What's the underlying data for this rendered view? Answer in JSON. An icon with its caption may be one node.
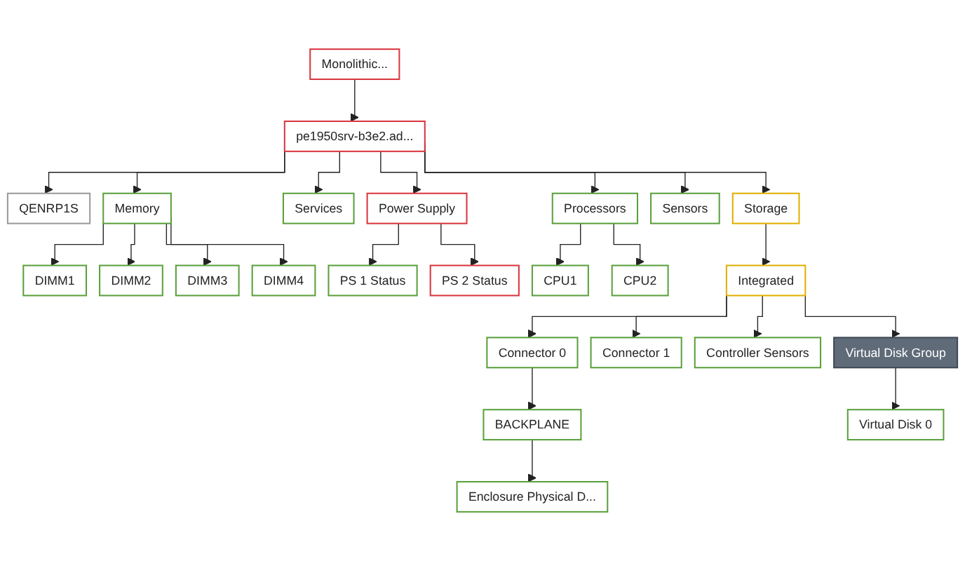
{
  "diagram": {
    "nodes": [
      {
        "text": [
          "Monolithic..."
        ]
      },
      {
        "text": [
          "pe1950srv-b3e2.ad..."
        ]
      },
      {
        "text": [
          "QENRP1S"
        ]
      },
      {
        "text": [
          "Memory"
        ]
      },
      {
        "text": [
          "Services"
        ]
      },
      {
        "text": [
          "Power Supply"
        ]
      },
      {
        "text": [
          "Processors"
        ]
      },
      {
        "text": [
          "Sensors"
        ]
      },
      {
        "text": [
          "Storage"
        ]
      },
      {
        "text": [
          "DIMM1"
        ]
      },
      {
        "text": [
          "DIMM2"
        ]
      },
      {
        "text": [
          "DIMM3"
        ]
      },
      {
        "text": [
          "DIMM4"
        ]
      },
      {
        "text": [
          "PS 1 Status"
        ]
      },
      {
        "text": [
          "PS 2 Status"
        ]
      },
      {
        "text": [
          "CPU1"
        ]
      },
      {
        "text": [
          "CPU2"
        ]
      },
      {
        "text": [
          "Integrated"
        ]
      },
      {
        "text": [
          "Connector 0"
        ]
      },
      {
        "text": [
          "Connector 1"
        ]
      },
      {
        "text": [
          "Controller Sensors"
        ]
      },
      {
        "text": [
          "Virtual Disk Group"
        ]
      },
      {
        "text": [
          "BACKPLANE"
        ]
      },
      {
        "text": [
          "Virtual Disk 0"
        ]
      },
      {
        "text": [
          "Enclosure Physical D..."
        ]
      }
    ],
    "edges": [
      {
        "from": 0,
        "to": 1,
        "arrow": "to"
      },
      {
        "from": 1,
        "to": 2,
        "arrow": "to"
      },
      {
        "from": 1,
        "to": 3,
        "arrow": "to"
      },
      {
        "from": 1,
        "to": 4,
        "arrow": "to"
      },
      {
        "from": 1,
        "to": 5,
        "arrow": "to"
      },
      {
        "from": 1,
        "to": 6,
        "arrow": "to"
      },
      {
        "from": 1,
        "to": 7,
        "arrow": "to"
      },
      {
        "from": 1,
        "to": 8,
        "arrow": "to"
      },
      {
        "from": 3,
        "to": 9,
        "arrow": "to"
      },
      {
        "from": 3,
        "to": 10,
        "arrow": "to"
      },
      {
        "from": 3,
        "to": 11,
        "arrow": "to"
      },
      {
        "from": 3,
        "to": 12,
        "arrow": "to"
      },
      {
        "from": 5,
        "to": 13,
        "arrow": "to"
      },
      {
        "from": 5,
        "to": 14,
        "arrow": "to"
      },
      {
        "from": 6,
        "to": 15,
        "arrow": "to"
      },
      {
        "from": 6,
        "to": 16,
        "arrow": "to"
      },
      {
        "from": 8,
        "to": 17,
        "arrow": "to"
      },
      {
        "from": 17,
        "to": 18,
        "arrow": "to"
      },
      {
        "from": 17,
        "to": 19,
        "arrow": "to"
      },
      {
        "from": 17,
        "to": 20,
        "arrow": "to"
      },
      {
        "from": 17,
        "to": 21,
        "arrow": "to"
      },
      {
        "from": 18,
        "to": 22,
        "arrow": "to"
      },
      {
        "from": 21,
        "to": 23,
        "arrow": "to"
      },
      {
        "from": 22,
        "to": 24,
        "arrow": "to"
      }
    ]
  }
}
